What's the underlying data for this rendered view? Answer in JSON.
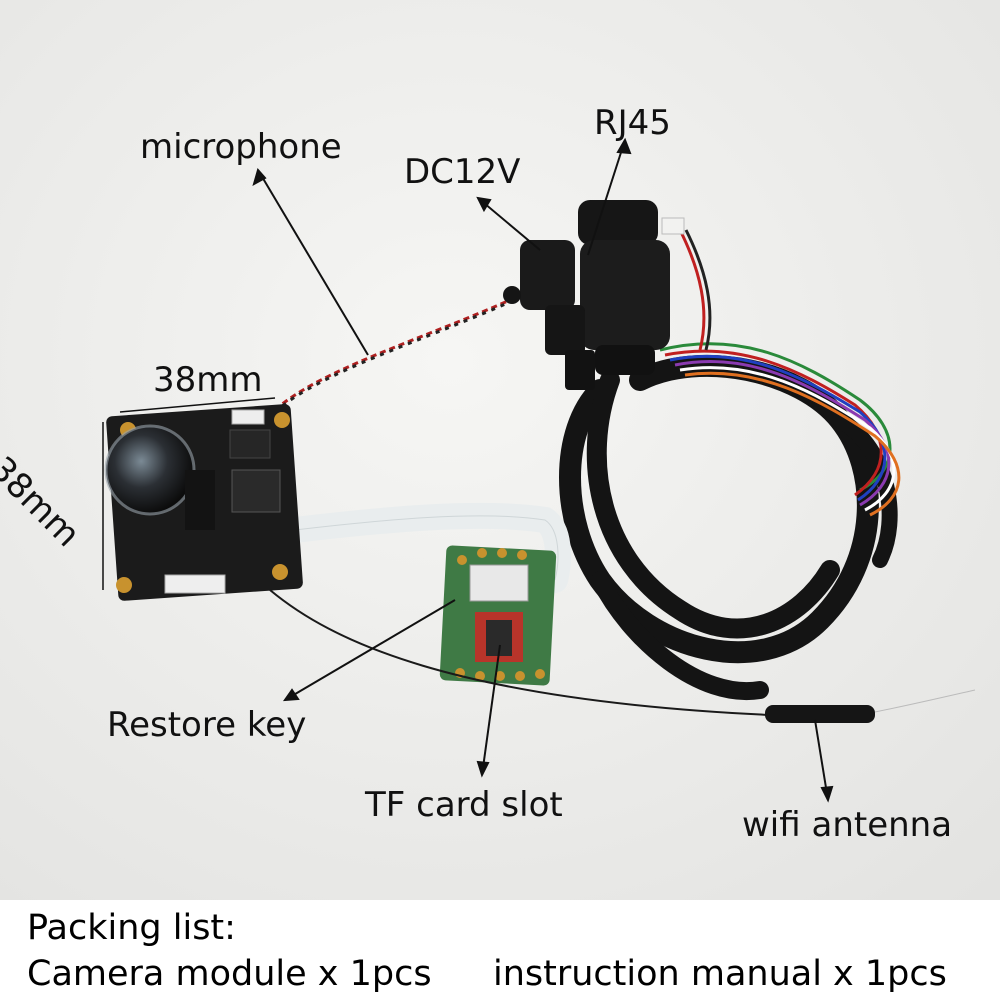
{
  "labels": {
    "microphone": "microphone",
    "rj45": "RJ45",
    "dc12v": "DC12V",
    "width_dim": "38mm",
    "height_dim": "38mm",
    "restore_key": "Restore key",
    "tf_card_slot": "TF card slot",
    "wifi_antenna": "wifi antenna"
  },
  "packing_list": {
    "title": "Packing list:",
    "item1": "Camera module x 1pcs",
    "item2": "instruction manual x 1pcs"
  },
  "colors": {
    "background": "#efefed",
    "cable": "#141414",
    "pcb": "#1b1b1b",
    "gold_pad": "#c8922e",
    "ribbon": "#e9edee",
    "sd_board": "#3f7a45",
    "mic_wire_red": "#b02020"
  }
}
